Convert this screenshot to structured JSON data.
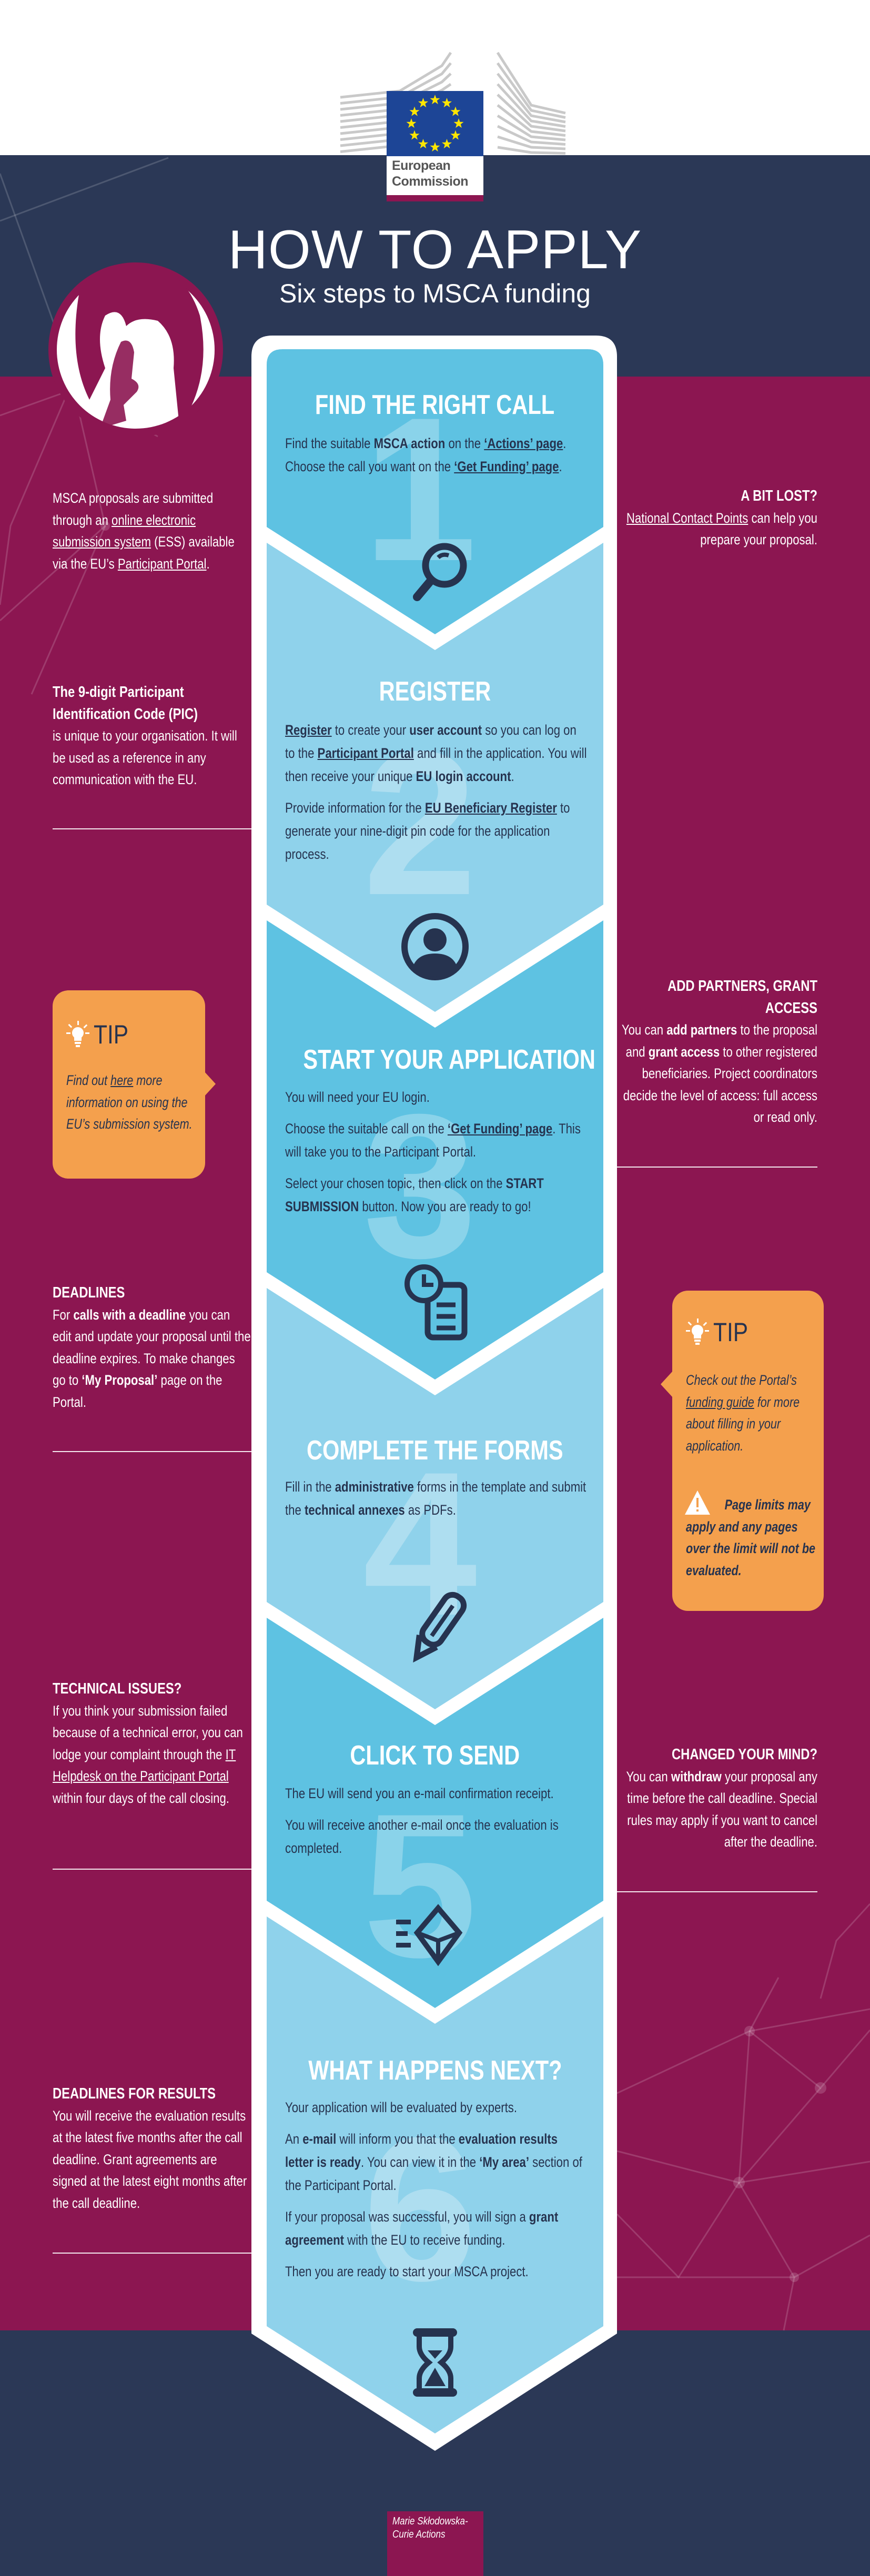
{
  "header": {
    "logo_line1": "European",
    "logo_line2": "Commission",
    "title": "HOW TO APPLY",
    "subtitle": "Six steps to MSCA funding"
  },
  "colors": {
    "navy": "#2b3856",
    "magenta": "#8c1651",
    "step_dark": "#5ec2e2",
    "step_light": "#8fd2eb",
    "tip_orange": "#f4a04d",
    "text_navy": "#26334f"
  },
  "steps": [
    {
      "number": "1",
      "title": "FIND THE RIGHT CALL",
      "icon": "magnifier-icon",
      "paragraphs": [
        [
          {
            "t": "Find the suitable "
          },
          {
            "t": "MSCA action",
            "s": "b"
          },
          {
            "t": " on the "
          },
          {
            "t": "‘Actions’ page",
            "s": "l"
          },
          {
            "t": ". Choose the call you want on the "
          },
          {
            "t": "‘Get Funding’ page",
            "s": "l"
          },
          {
            "t": "."
          }
        ]
      ]
    },
    {
      "number": "2",
      "title": "REGISTER",
      "icon": "user-icon",
      "paragraphs": [
        [
          {
            "t": "Register",
            "s": "l"
          },
          {
            "t": " to create your "
          },
          {
            "t": "user account",
            "s": "b"
          },
          {
            "t": " so you can log on to the "
          },
          {
            "t": "Participant Portal",
            "s": "l"
          },
          {
            "t": " and fill in the application. You will then receive your unique "
          },
          {
            "t": "EU login account",
            "s": "b"
          },
          {
            "t": "."
          }
        ],
        [
          {
            "t": "Provide information for the "
          },
          {
            "t": "EU Beneficiary Register",
            "s": "l"
          },
          {
            "t": " to generate your nine-digit pin code for the application process."
          }
        ]
      ]
    },
    {
      "number": "3",
      "title": "START YOUR APPLICATION",
      "icon": "clock-document-icon",
      "paragraphs": [
        [
          {
            "t": "You will need your EU login."
          }
        ],
        [
          {
            "t": "Choose the suitable call on the "
          },
          {
            "t": "‘Get Funding’ page",
            "s": "l"
          },
          {
            "t": ". This will take you to the Participant Portal."
          }
        ],
        [
          {
            "t": "Select your chosen topic, then click on the "
          },
          {
            "t": "START SUBMISSION",
            "s": "b"
          },
          {
            "t": " button. Now you are ready to go!"
          }
        ]
      ]
    },
    {
      "number": "4",
      "title": "COMPLETE THE FORMS",
      "icon": "pencil-icon",
      "paragraphs": [
        [
          {
            "t": "Fill in the "
          },
          {
            "t": "administrative",
            "s": "b"
          },
          {
            "t": " forms in the template and submit the "
          },
          {
            "t": "technical annexes",
            "s": "b"
          },
          {
            "t": " as PDFs."
          }
        ]
      ]
    },
    {
      "number": "5",
      "title": "CLICK TO SEND",
      "icon": "send-envelope-icon",
      "paragraphs": [
        [
          {
            "t": "The EU will send you an e-mail confirmation receipt."
          }
        ],
        [
          {
            "t": "You will receive another e-mail once the evaluation is completed."
          }
        ]
      ]
    },
    {
      "number": "6",
      "title": "WHAT HAPPENS NEXT?",
      "icon": "hourglass-icon",
      "paragraphs": [
        [
          {
            "t": "Your application will be evaluated by experts."
          }
        ],
        [
          {
            "t": "An "
          },
          {
            "t": "e-mail",
            "s": "b"
          },
          {
            "t": " will inform you that the "
          },
          {
            "t": "evaluation results letter is ready",
            "s": "b"
          },
          {
            "t": ". You can view it in the "
          },
          {
            "t": "‘My area’",
            "s": "b"
          },
          {
            "t": " section of the Participant Portal."
          }
        ],
        [
          {
            "t": "If your proposal was successful, you will sign a "
          },
          {
            "t": "grant agreement",
            "s": "b"
          },
          {
            "t": " with the EU to receive funding."
          }
        ],
        [
          {
            "t": "Then you are ready to start your MSCA project."
          }
        ]
      ]
    }
  ],
  "left_notes": [
    {
      "heading": "",
      "runs": [
        {
          "t": "MSCA proposals are submitted through an "
        },
        {
          "t": "online electronic submission system",
          "s": "u"
        },
        {
          "t": " (ESS) available via the EU’s "
        },
        {
          "t": "Participant Portal",
          "s": "u"
        },
        {
          "t": "."
        }
      ]
    },
    {
      "heading": "The 9-digit Participant Identification Code (PIC)",
      "runs": [
        {
          "t": "is unique to your organisation. It will be used as a reference in any communication with the EU."
        }
      ]
    },
    {
      "heading": "DEADLINES",
      "runs": [
        {
          "t": "For "
        },
        {
          "t": "calls with a deadline",
          "s": "b"
        },
        {
          "t": " you can edit and update your proposal until the deadline expires. To make changes go to "
        },
        {
          "t": "‘My Proposal’",
          "s": "b"
        },
        {
          "t": " page on the Portal."
        }
      ]
    },
    {
      "heading": "TECHNICAL ISSUES?",
      "runs": [
        {
          "t": "If you think your submission failed because of a technical error, you can lodge your complaint through the "
        },
        {
          "t": "IT Helpdesk on the Participant Portal",
          "s": "u"
        },
        {
          "t": " within four days of the call closing."
        }
      ]
    },
    {
      "heading": "DEADLINES FOR RESULTS",
      "runs": [
        {
          "t": "You will receive the evaluation results at the latest five months after the call deadline. Grant agreements are signed at the latest eight months after the call deadline."
        }
      ]
    }
  ],
  "right_notes": [
    {
      "heading": "A BIT LOST?",
      "runs": [
        {
          "t": "National Contact Points",
          "s": "u"
        },
        {
          "t": " can help you prepare your proposal."
        }
      ]
    },
    {
      "heading": "ADD PARTNERS, GRANT ACCESS",
      "runs": [
        {
          "t": "You can "
        },
        {
          "t": "add partners",
          "s": "b"
        },
        {
          "t": " to the proposal and "
        },
        {
          "t": "grant access",
          "s": "b"
        },
        {
          "t": " to other registered beneficiaries. Project coordinators decide the level of access: full access or read only."
        }
      ]
    },
    {
      "heading": "CHANGED YOUR MIND?",
      "runs": [
        {
          "t": "You can "
        },
        {
          "t": "withdraw",
          "s": "b"
        },
        {
          "t": " your proposal any time before the call deadline. Special rules may apply if you want to cancel after the deadline."
        }
      ]
    }
  ],
  "tips": [
    {
      "label": "TIP",
      "runs": [
        {
          "t": "Find out "
        },
        {
          "t": "here",
          "s": "u"
        },
        {
          "t": " more information on using the EU’s submission system."
        }
      ]
    },
    {
      "label": "TIP",
      "runs": [
        {
          "t": "Check out the Portal’s "
        },
        {
          "t": "funding guide",
          "s": "u"
        },
        {
          "t": " for more about filling in your application."
        }
      ],
      "warning": "Page limits may apply and any pages over the limit will not be evaluated."
    }
  ],
  "footer": {
    "text": "Marie Skłodowska-Curie Actions"
  }
}
